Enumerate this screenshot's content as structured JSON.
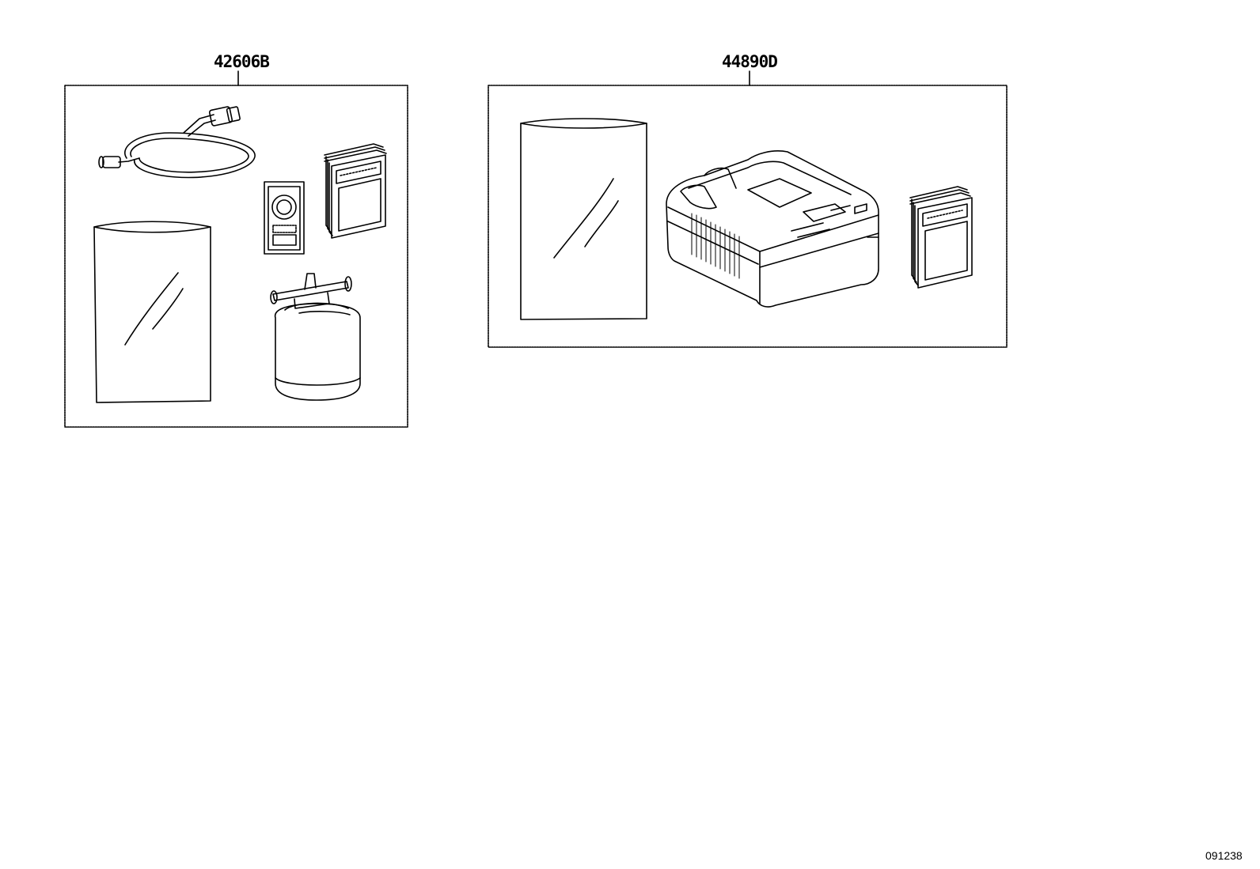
{
  "diagram": {
    "kits": [
      {
        "part_number": "42606B"
      },
      {
        "part_number": "44890D"
      }
    ],
    "figure_id": "091238"
  }
}
